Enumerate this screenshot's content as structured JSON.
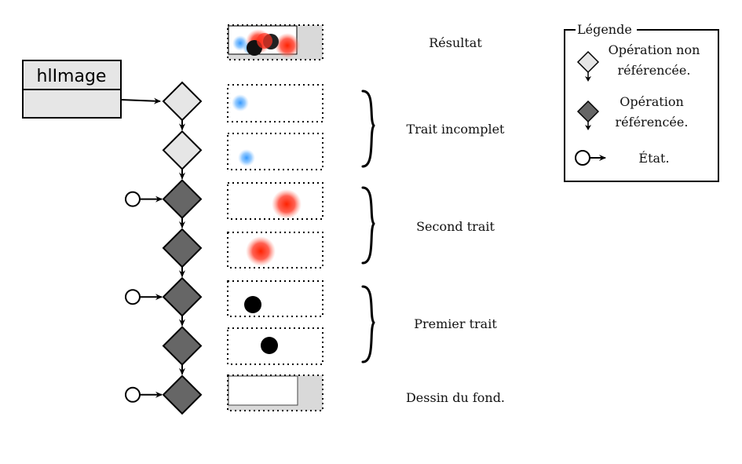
{
  "class_box": {
    "title": "hlImage"
  },
  "layers": [
    {
      "label": "Résultat"
    },
    {
      "label": "Trait incomplet"
    },
    {
      "label": "Second trait"
    },
    {
      "label": "Premier trait"
    },
    {
      "label": "Dessin du fond."
    }
  ],
  "legend": {
    "title": "Légende",
    "items": [
      {
        "icon": "light-diamond-icon",
        "line1": "Opération non",
        "line2": "référencée."
      },
      {
        "icon": "dark-diamond-icon",
        "line1": "Opération",
        "line2": "référencée."
      },
      {
        "icon": "state-circle-icon",
        "line1": "État.",
        "line2": ""
      }
    ]
  },
  "operations": [
    {
      "kind": "non-referenced",
      "state": false
    },
    {
      "kind": "non-referenced",
      "state": false
    },
    {
      "kind": "referenced",
      "state": true
    },
    {
      "kind": "referenced",
      "state": false
    },
    {
      "kind": "referenced",
      "state": true
    },
    {
      "kind": "referenced",
      "state": false
    },
    {
      "kind": "referenced",
      "state": true
    }
  ],
  "colors": {
    "light_diamond": "#e6e6e6",
    "dark_diamond": "#666666",
    "box_fill": "#e6e6e6",
    "gray_canvas": "#d9d9d9",
    "blue_stroke": "#4da6ff",
    "red_stroke": "#ff3322",
    "black_stroke": "#000000"
  }
}
